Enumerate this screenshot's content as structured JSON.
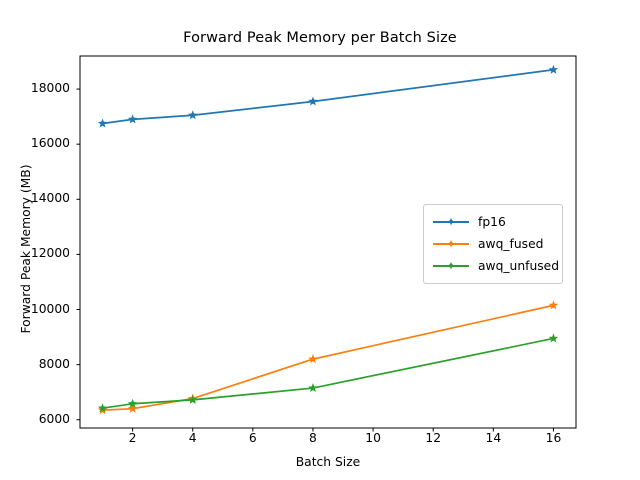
{
  "chart_data": {
    "type": "line",
    "title": "Forward Peak Memory per Batch Size",
    "xlabel": "Batch Size",
    "ylabel": "Forward Peak Memory (MB)",
    "x": [
      1,
      2,
      4,
      8,
      16
    ],
    "xlim": [
      0.25,
      16.75
    ],
    "ylim": [
      5700,
      19200
    ],
    "xticks": [
      2,
      4,
      6,
      8,
      10,
      12,
      14,
      16
    ],
    "xtick_labels": [
      "2",
      "4",
      "6",
      "8",
      "10",
      "12",
      "14",
      "16"
    ],
    "yticks": [
      6000,
      8000,
      10000,
      12000,
      14000,
      16000,
      18000
    ],
    "ytick_labels": [
      "6000",
      "8000",
      "10000",
      "12000",
      "14000",
      "16000",
      "18000"
    ],
    "grid": false,
    "legend_position": "center right",
    "marker": "star",
    "series": [
      {
        "name": "fp16",
        "color": "#1f77b4",
        "values": [
          16750,
          16900,
          17050,
          17550,
          18700
        ]
      },
      {
        "name": "awq_fused",
        "color": "#ff7f0e",
        "values": [
          6350,
          6400,
          6770,
          8200,
          10150
        ]
      },
      {
        "name": "awq_unfused",
        "color": "#2ca02c",
        "values": [
          6420,
          6580,
          6720,
          7150,
          8950
        ]
      }
    ]
  },
  "figure": {
    "background": "#ffffff",
    "axes_edge_color": "#000000"
  }
}
